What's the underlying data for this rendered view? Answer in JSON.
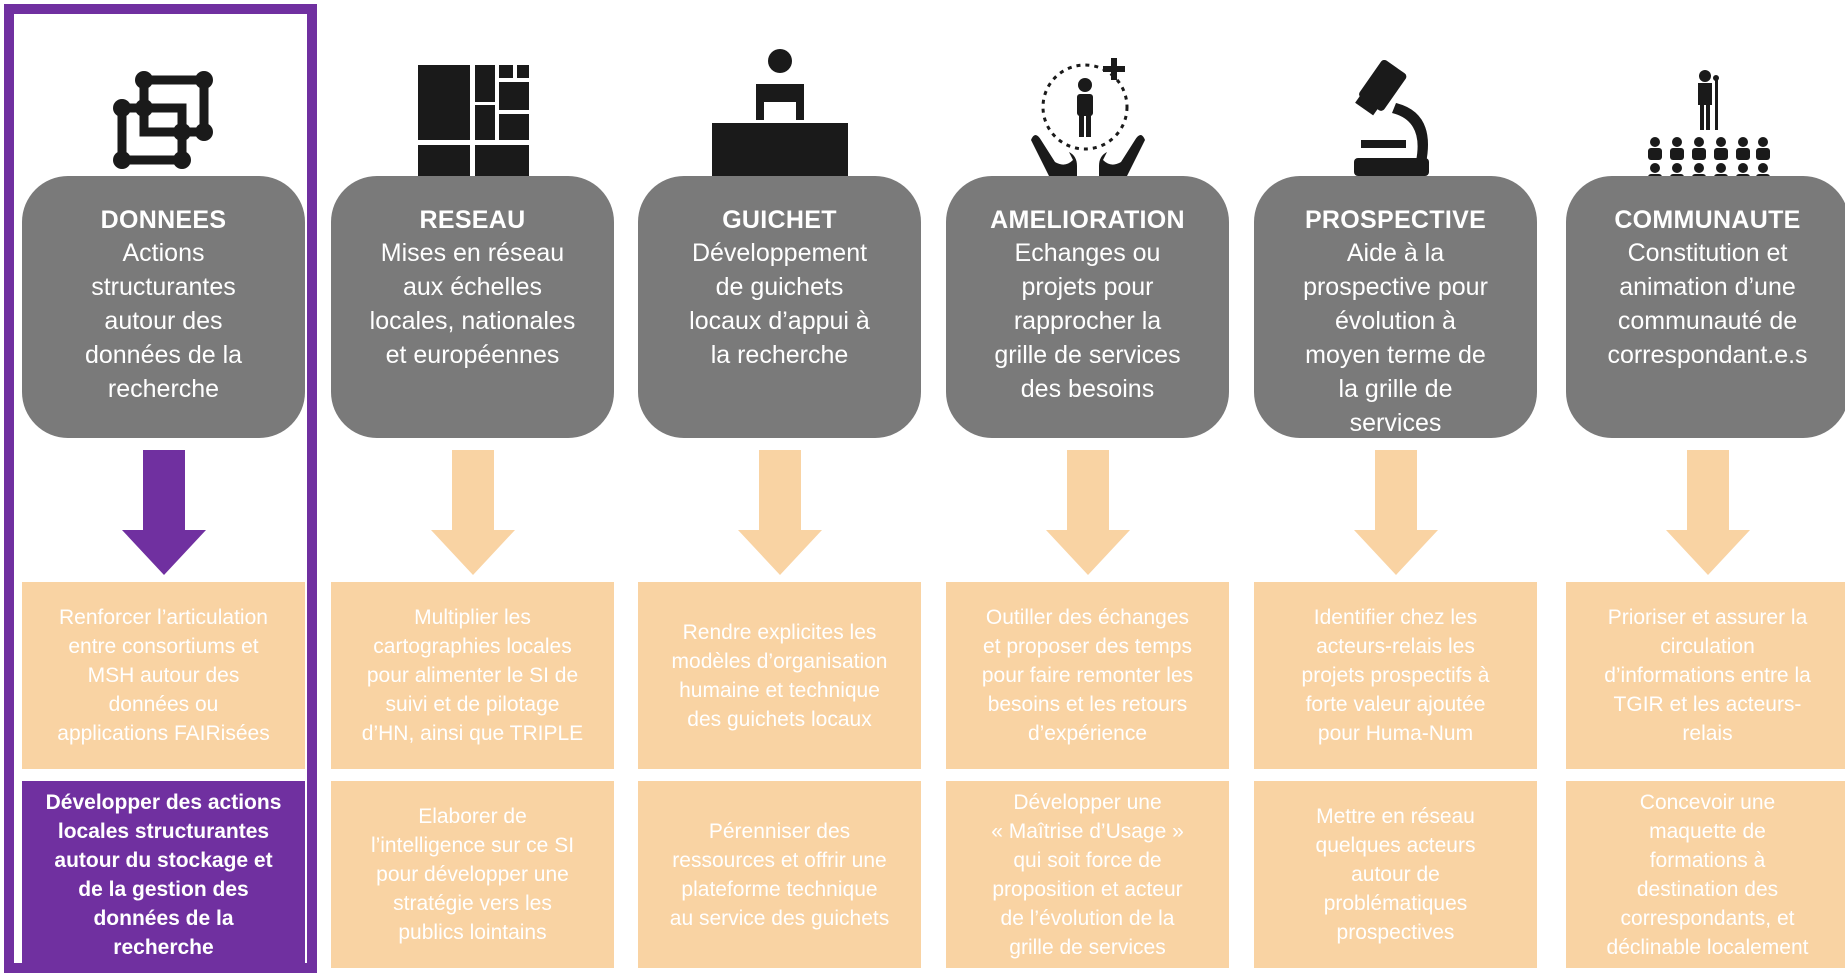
{
  "colors": {
    "gray": "#7a7a7a",
    "orange": "#f9d3a3",
    "purple": "#7030a0",
    "white": "#ffffff",
    "icon": "#1a1a1a"
  },
  "columns": [
    {
      "icon": "grid-nodes-icon",
      "title": "DONNEES",
      "desc": [
        "Actions",
        "structurantes",
        "autour des",
        "données de la",
        "recherche"
      ],
      "arrow": "purple",
      "box1": [
        "Renforcer l’articulation",
        "entre consortiums et",
        "MSH autour des",
        "données ou",
        "applications FAIRisées"
      ],
      "box2": [
        "Développer des actions",
        "locales structurantes",
        "autour du stockage et",
        "de la gestion des",
        "données de la",
        "recherche"
      ],
      "highlighted": true
    },
    {
      "icon": "network-blocks-icon",
      "title": "RESEAU",
      "desc": [
        "Mises en réseau",
        "aux échelles",
        "locales, nationales",
        "et européennes"
      ],
      "arrow": "orange",
      "box1": [
        "Multiplier les",
        "cartographies locales",
        "pour alimenter le SI de",
        "suivi et de pilotage",
        "d’HN, ainsi que TRIPLE"
      ],
      "box2": [
        "Elaborer de",
        "l’intelligence sur ce SI",
        "pour développer une",
        "stratégie vers les",
        "publics lointains"
      ]
    },
    {
      "icon": "reception-desk-icon",
      "title": "GUICHET",
      "desc": [
        "Développement",
        "de guichets",
        "locaux d’appui à",
        "la recherche"
      ],
      "arrow": "orange",
      "box1": [
        "Rendre explicites les",
        "modèles d’organisation",
        "humaine et technique",
        "des guichets locaux"
      ],
      "box2": [
        "Pérenniser des",
        "ressources et offrir une",
        "plateforme technique",
        "au service des guichets"
      ]
    },
    {
      "icon": "care-hands-icon",
      "title": "AMELIORATION",
      "desc": [
        "Echanges ou",
        "projets pour",
        "rapprocher la",
        "grille de services",
        "des besoins"
      ],
      "arrow": "orange",
      "box1": [
        "Outiller des échanges",
        "et proposer des temps",
        "pour faire remonter les",
        "besoins et les retours",
        "d’expérience"
      ],
      "box2": [
        "Développer une",
        "« Maîtrise d’Usage »",
        "qui soit force de",
        "proposition et acteur",
        "de l’évolution de la",
        "grille de services"
      ]
    },
    {
      "icon": "microscope-icon",
      "title": "PROSPECTIVE",
      "desc": [
        "Aide à la",
        "prospective pour",
        "évolution à",
        "moyen terme de",
        "la grille de",
        "services"
      ],
      "arrow": "orange",
      "box1": [
        "Identifier chez les",
        "acteurs-relais les",
        "projets prospectifs à",
        "forte valeur ajoutée",
        "pour Huma-Num"
      ],
      "box2": [
        "Mettre en réseau",
        "quelques acteurs",
        "autour de",
        "problématiques",
        "prospectives"
      ]
    },
    {
      "icon": "audience-speaker-icon",
      "title": "COMMUNAUTE",
      "desc": [
        "Constitution et",
        "animation d’une",
        "communauté de",
        "correspondant.e.s"
      ],
      "arrow": "orange",
      "box1": [
        "Prioriser et assurer la",
        "circulation",
        "d’informations entre la",
        "TGIR et les acteurs-",
        "relais"
      ],
      "box2": [
        "Concevoir une",
        "maquette de",
        "formations à",
        "destination des",
        "correspondants, et",
        "déclinable localement"
      ]
    }
  ]
}
